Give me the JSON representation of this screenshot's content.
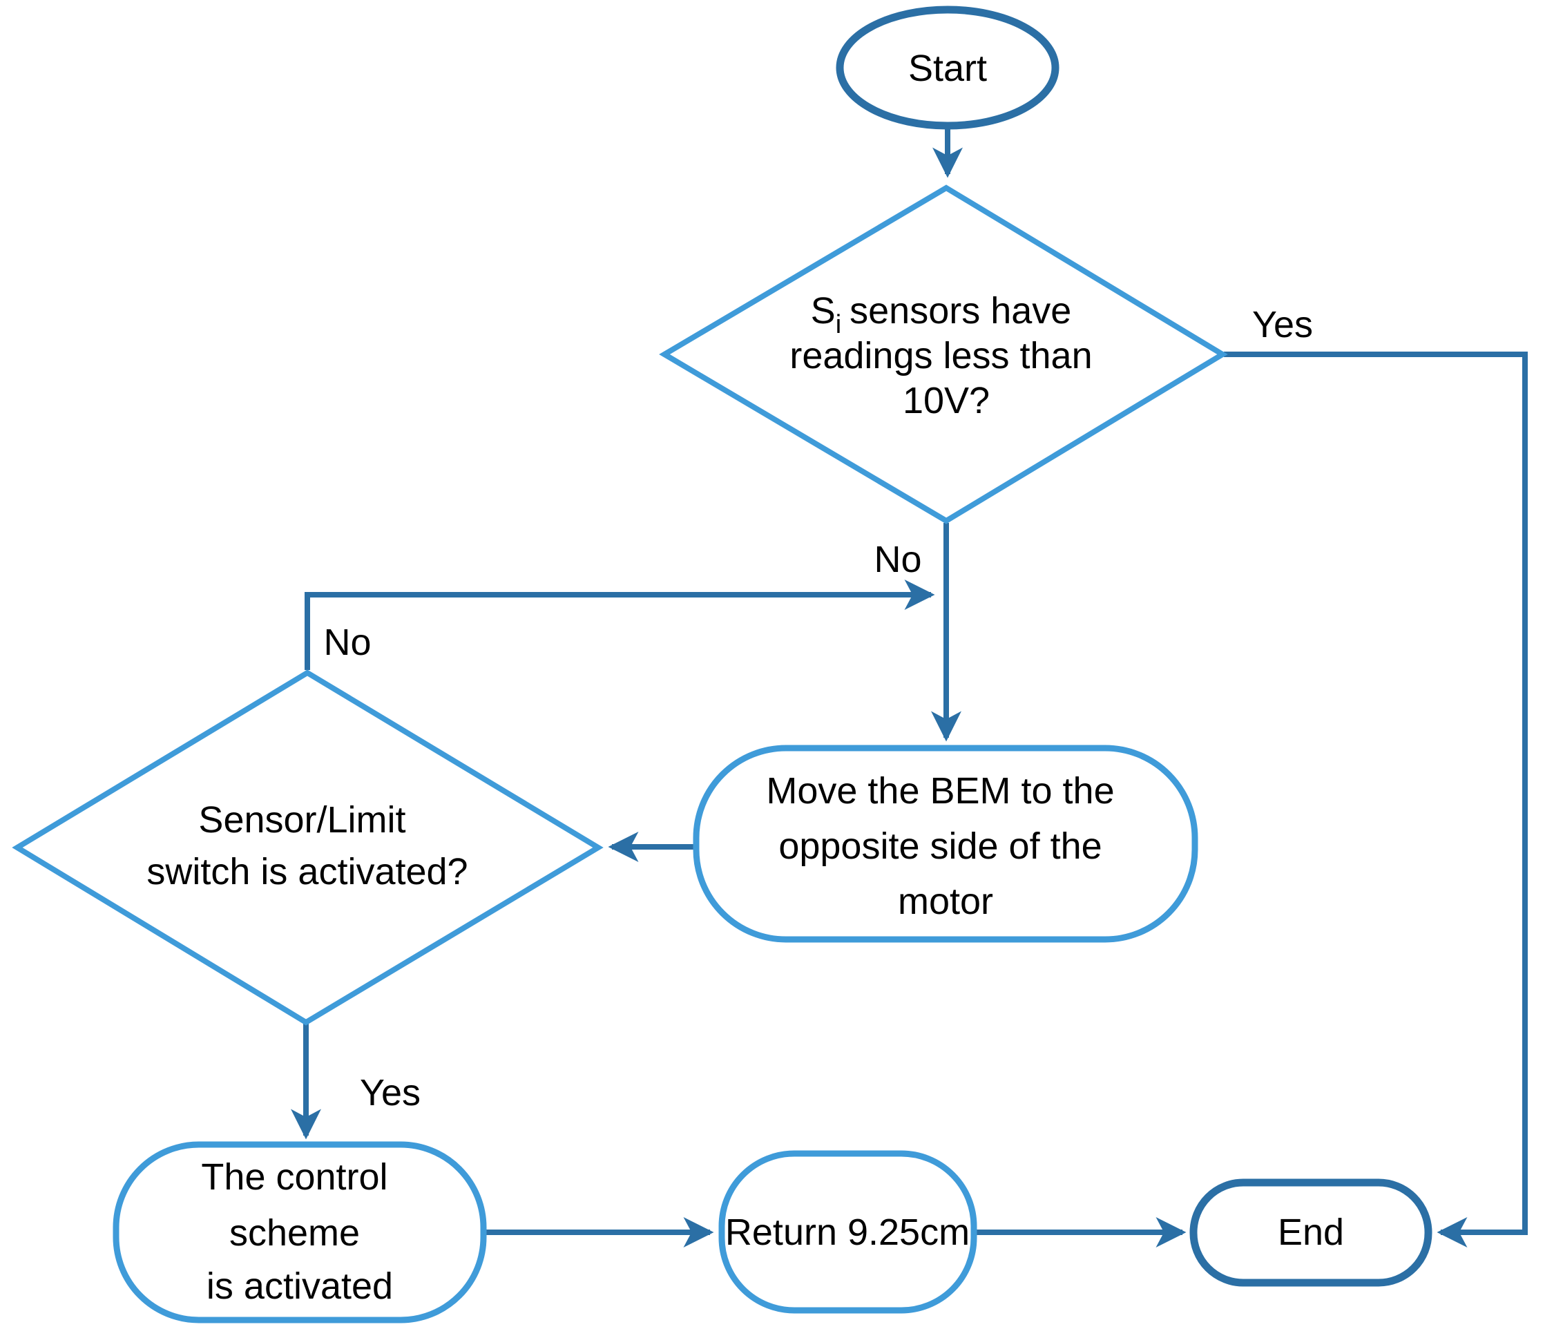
{
  "colors": {
    "shape_outline_light": "#3F9BD9",
    "terminal_outline_dark": "#2B6FA5",
    "connector": "#2B6FA5",
    "text": "#000000",
    "background": "#FFFFFF"
  },
  "nodes": {
    "start": {
      "label": "Start"
    },
    "decision_sensors": {
      "line1_main": "S",
      "line1_subscript": "i",
      "line1_rest": "sensors have",
      "line2": "readings less than",
      "line3": "10V?"
    },
    "process_move_bem": {
      "line1": "Move the BEM to the",
      "line2": "opposite side of the",
      "line3": "motor"
    },
    "decision_switch": {
      "line1": "Sensor/Limit",
      "line2": "switch is activated?"
    },
    "process_control_scheme": {
      "line1": "The control",
      "line2": "scheme",
      "line3": "is activated"
    },
    "process_return": {
      "label": "Return 9.25cm"
    },
    "end": {
      "label": "End"
    }
  },
  "edge_labels": {
    "decision_sensors_yes": "Yes",
    "decision_sensors_no": "No",
    "decision_switch_no": "No",
    "decision_switch_yes": "Yes"
  }
}
